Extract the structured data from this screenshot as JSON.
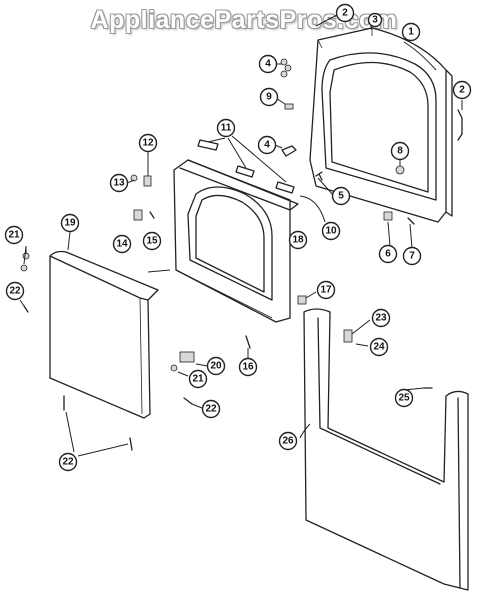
{
  "watermark": "AppliancePartsPros.com",
  "callouts": [
    "1",
    "2",
    "2",
    "3",
    "4",
    "4",
    "5",
    "6",
    "7",
    "8",
    "9",
    "10",
    "11",
    "12",
    "13",
    "14",
    "15",
    "16",
    "17",
    "18",
    "19",
    "20",
    "21",
    "21",
    "22",
    "22",
    "22",
    "23",
    "24",
    "25",
    "26"
  ]
}
